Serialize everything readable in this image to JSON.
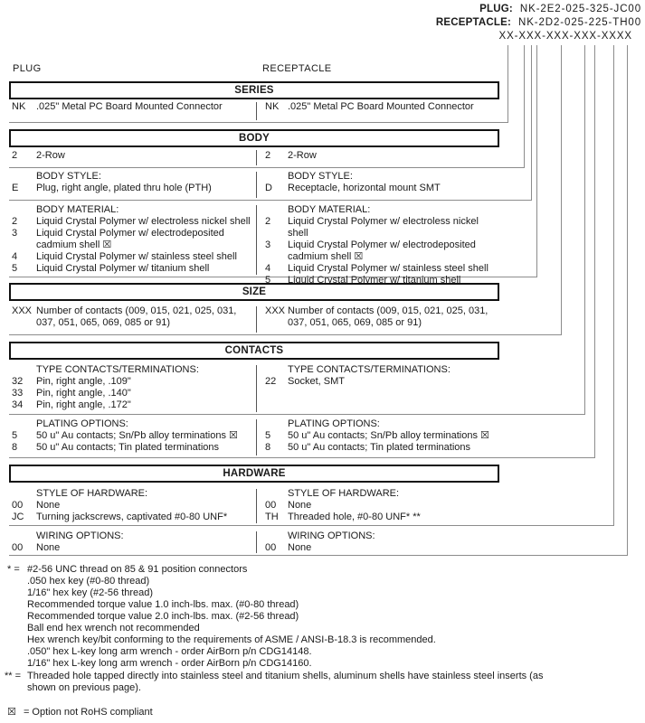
{
  "header": {
    "plug_label": "PLUG:",
    "plug_number": "NK-2E2-025-325-JC00",
    "receptacle_label": "RECEPTACLE:",
    "receptacle_number": "NK-2D2-025-225-TH00",
    "mask": "XX-XXX-XXX-XXX-XXXX"
  },
  "columns": {
    "left": "PLUG",
    "right": "RECEPTACLE"
  },
  "colors": {
    "text": "#1a1a1a",
    "line_gray": "#8c8c8c",
    "divider": "#555555",
    "box_border": "#111111"
  },
  "sections": [
    {
      "title": "SERIES",
      "subsections": [
        {
          "left": {
            "rows": [
              {
                "code": "NK",
                "text": ".025\" Metal PC Board Mounted Connector"
              }
            ]
          },
          "right": {
            "rows": [
              {
                "code": "NK",
                "text": ".025\" Metal PC Board Mounted Connector"
              }
            ]
          }
        }
      ]
    },
    {
      "title": "BODY",
      "subsections": [
        {
          "left": {
            "rows": [
              {
                "code": "2",
                "text": "2-Row"
              }
            ]
          },
          "right": {
            "rows": [
              {
                "code": "2",
                "text": "2-Row"
              }
            ]
          }
        },
        {
          "left": {
            "heading": "BODY STYLE:",
            "rows": [
              {
                "code": "E",
                "text": "Plug, right angle, plated thru hole (PTH)"
              }
            ]
          },
          "right": {
            "heading": "BODY STYLE:",
            "rows": [
              {
                "code": "D",
                "text": "Receptacle, horizontal mount SMT"
              }
            ]
          }
        },
        {
          "left": {
            "heading": "BODY MATERIAL:",
            "rows": [
              {
                "code": "2",
                "text": "Liquid Crystal Polymer w/ electroless nickel shell"
              },
              {
                "code": "3",
                "text": "Liquid Crystal Polymer w/ electrodeposited cadmium shell  ☒"
              },
              {
                "code": "4",
                "text": "Liquid Crystal Polymer w/ stainless steel shell"
              },
              {
                "code": "5",
                "text": "Liquid Crystal Polymer w/ titanium shell"
              }
            ]
          },
          "right": {
            "heading": "BODY MATERIAL:",
            "rows": [
              {
                "code": "2",
                "text": "Liquid Crystal Polymer w/ electroless nickel shell"
              },
              {
                "code": "3",
                "text": "Liquid Crystal Polymer w/ electrodeposited cadmium shell  ☒"
              },
              {
                "code": "4",
                "text": "Liquid Crystal Polymer w/ stainless steel shell"
              },
              {
                "code": "5",
                "text": "Liquid Crystal Polymer w/ titanium shell"
              }
            ]
          }
        }
      ]
    },
    {
      "title": "SIZE",
      "subsections": [
        {
          "left": {
            "rows": [
              {
                "code": "XXX",
                "text": "Number of contacts (009, 015, 021, 025, 031, 037, 051, 065, 069, 085 or 91)"
              }
            ]
          },
          "right": {
            "rows": [
              {
                "code": "XXX",
                "text": "Number of contacts (009, 015, 021, 025, 031, 037, 051, 065, 069, 085 or 91)"
              }
            ]
          }
        }
      ]
    },
    {
      "title": "CONTACTS",
      "subsections": [
        {
          "left": {
            "heading": "TYPE CONTACTS/TERMINATIONS:",
            "rows": [
              {
                "code": "32",
                "text": "Pin, right angle, .109\""
              },
              {
                "code": "33",
                "text": "Pin, right angle, .140\""
              },
              {
                "code": "34",
                "text": "Pin, right angle, .172\""
              }
            ]
          },
          "right": {
            "heading": "TYPE CONTACTS/TERMINATIONS:",
            "rows": [
              {
                "code": "22",
                "text": "Socket, SMT"
              }
            ]
          }
        },
        {
          "left": {
            "heading": "PLATING OPTIONS:",
            "rows": [
              {
                "code": "5",
                "text": "50 u\" Au contacts; Sn/Pb alloy terminations  ☒"
              },
              {
                "code": "8",
                "text": "50 u\" Au contacts; Tin plated terminations"
              }
            ]
          },
          "right": {
            "heading": "PLATING OPTIONS:",
            "rows": [
              {
                "code": "5",
                "text": "50 u\" Au contacts; Sn/Pb alloy terminations  ☒"
              },
              {
                "code": "8",
                "text": "50 u\" Au contacts; Tin plated terminations"
              }
            ]
          }
        }
      ]
    },
    {
      "title": "HARDWARE",
      "subsections": [
        {
          "left": {
            "heading": "STYLE OF HARDWARE:",
            "rows": [
              {
                "code": "00",
                "text": "None"
              },
              {
                "code": "JC",
                "text": "Turning jackscrews, captivated #0-80 UNF*"
              }
            ]
          },
          "right": {
            "heading": "STYLE OF HARDWARE:",
            "rows": [
              {
                "code": "00",
                "text": "None"
              },
              {
                "code": "TH",
                "text": "Threaded hole, #0-80 UNF*  **"
              }
            ]
          }
        },
        {
          "left": {
            "heading": "WIRING OPTIONS:",
            "rows": [
              {
                "code": "00",
                "text": "None"
              }
            ]
          },
          "right": {
            "heading": "WIRING OPTIONS:",
            "rows": [
              {
                "code": "00",
                "text": "None"
              }
            ]
          }
        }
      ]
    }
  ],
  "footnotes": {
    "star": {
      "label": "* =",
      "first": "#2-56 UNC thread on 85 & 91 position connectors",
      "rest": [
        ".050 hex key (#0-80 thread)",
        "1/16\" hex key (#2-56 thread)",
        "Recommended torque value 1.0 inch-lbs. max. (#0-80 thread)",
        "Recommended torque value 2.0 inch-lbs. max. (#2-56 thread)",
        "Ball end hex wrench not recommended",
        "Hex wrench key/bit conforming to the requirements of ASME / ANSI-B-18.3 is recommended.",
        ".050\" hex L-key long arm wrench - order AirBorn p/n CDG14148.",
        "1/16\" hex L-key long arm wrench - order AirBorn p/n CDG14160."
      ]
    },
    "double_star": {
      "label": "** =",
      "text": "Threaded hole tapped directly into stainless steel and titanium shells, aluminum shells have stainless steel inserts (as shown on previous page)."
    },
    "rohs": {
      "symbol": "☒",
      "text": "= Option not RoHS compliant"
    }
  }
}
